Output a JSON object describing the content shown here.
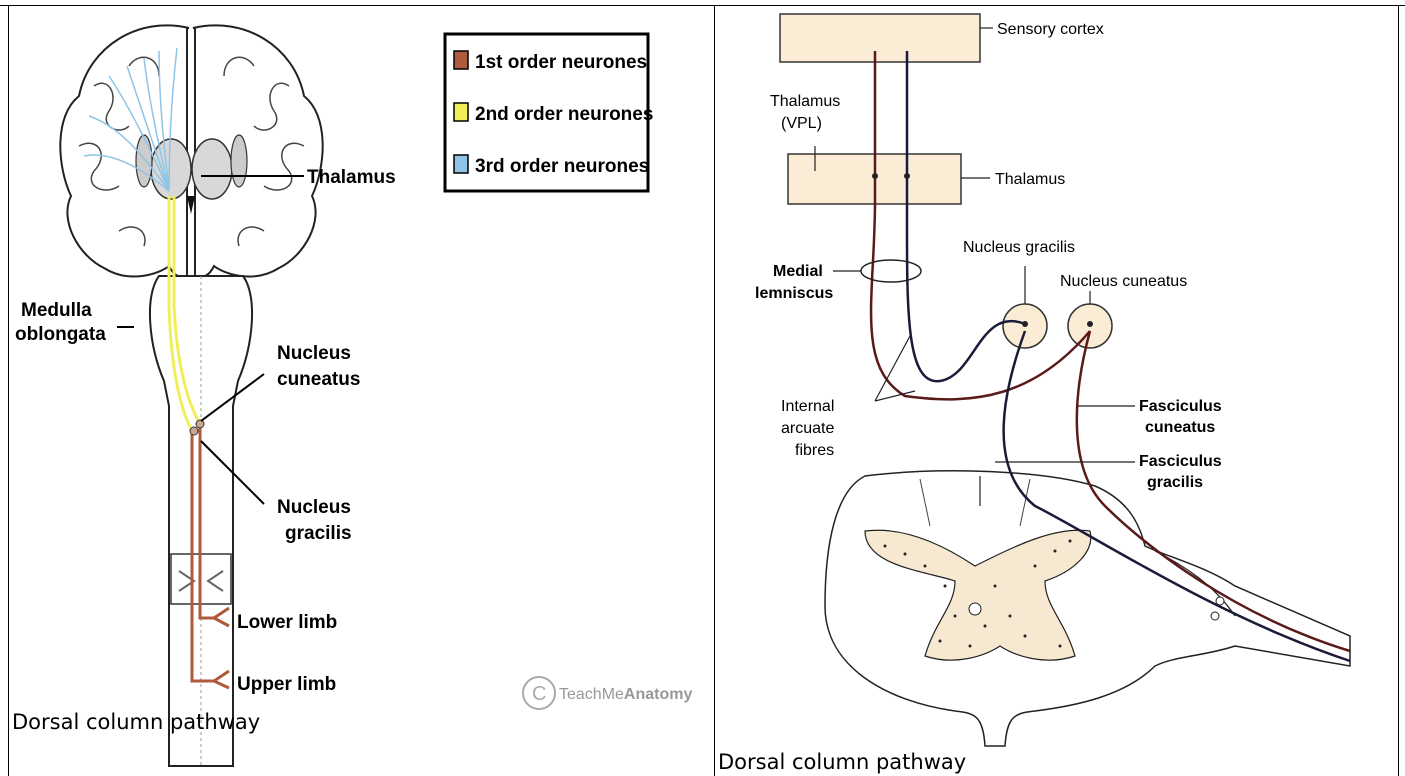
{
  "left_panel": {
    "legend": [
      {
        "label": "1st order neurones",
        "color": "#b05a3c"
      },
      {
        "label": "2nd order neurones",
        "color": "#f2ee5a"
      },
      {
        "label": "3rd order neurones",
        "color": "#8ec4e6"
      }
    ],
    "labels": {
      "thalamus": "Thalamus",
      "medulla_1": "Medulla",
      "medulla_2": "oblongata",
      "cuneatus_1": "Nucleus",
      "cuneatus_2": "cuneatus",
      "gracilis_1": "Nucleus",
      "gracilis_2": "gracilis",
      "lower_limb": "Lower limb",
      "upper_limb": "Upper limb"
    },
    "watermark": {
      "prefix": "TeachMe",
      "bold": "Anatomy"
    },
    "caption": "Dorsal column pathway"
  },
  "right_panel": {
    "labels": {
      "sensory_cortex": "Sensory cortex",
      "thalamus_vpl_1": "Thalamus",
      "thalamus_vpl_2": "(VPL)",
      "thalamus": "Thalamus",
      "medial_lemniscus_1": "Medial",
      "medial_lemniscus_2": "lemniscus",
      "nucleus_gracilis": "Nucleus gracilis",
      "nucleus_cuneatus": "Nucleus cuneatus",
      "internal_arcuate_1": "Internal",
      "internal_arcuate_2": "arcuate",
      "internal_arcuate_3": "fibres",
      "fasciculus_cuneatus_1": "Fasciculus",
      "fasciculus_cuneatus_2": "cuneatus",
      "fasciculus_gracilis_1": "Fasciculus",
      "fasciculus_gracilis_2": "gracilis"
    },
    "caption": "Dorsal column pathway"
  }
}
